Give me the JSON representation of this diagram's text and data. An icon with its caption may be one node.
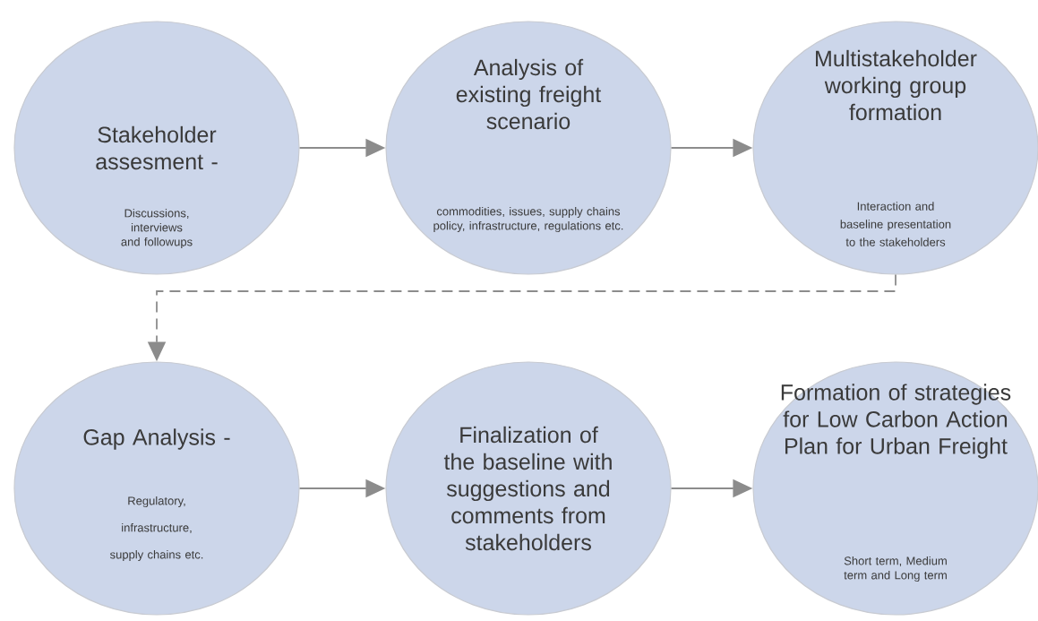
{
  "diagram": {
    "nodes": [
      {
        "text": [
          "Stakeholder assesment -",
          "Discussions, interviews and followups"
        ]
      },
      {
        "text": [
          "Analysis of existing freight scenario",
          "commodities, issues, supply chains policy, infrastructure, regulations etc."
        ]
      },
      {
        "text": [
          "Multistakeholder working group formation",
          "Interaction and baseline presentation to the stakeholders"
        ]
      },
      {
        "text": [
          "Gap Analysis -",
          "Regulatory, infrastructure, supply chains etc."
        ]
      },
      {
        "text": [
          "Finalization of the baseline with suggestions and comments from stakeholders"
        ]
      },
      {
        "text": [
          "Formation of strategies for Low Carbon Action Plan for Urban Freight",
          "Short term, Medium term and Long term"
        ]
      }
    ],
    "edges": [
      {
        "from": 0,
        "to": 1,
        "arrow": "to"
      },
      {
        "from": 1,
        "to": 2,
        "arrow": "to"
      },
      {
        "from": 2,
        "to": 3,
        "arrow": "to",
        "style": "dashed"
      },
      {
        "from": 3,
        "to": 4,
        "arrow": "to"
      },
      {
        "from": 4,
        "to": 5,
        "arrow": "to"
      }
    ]
  }
}
